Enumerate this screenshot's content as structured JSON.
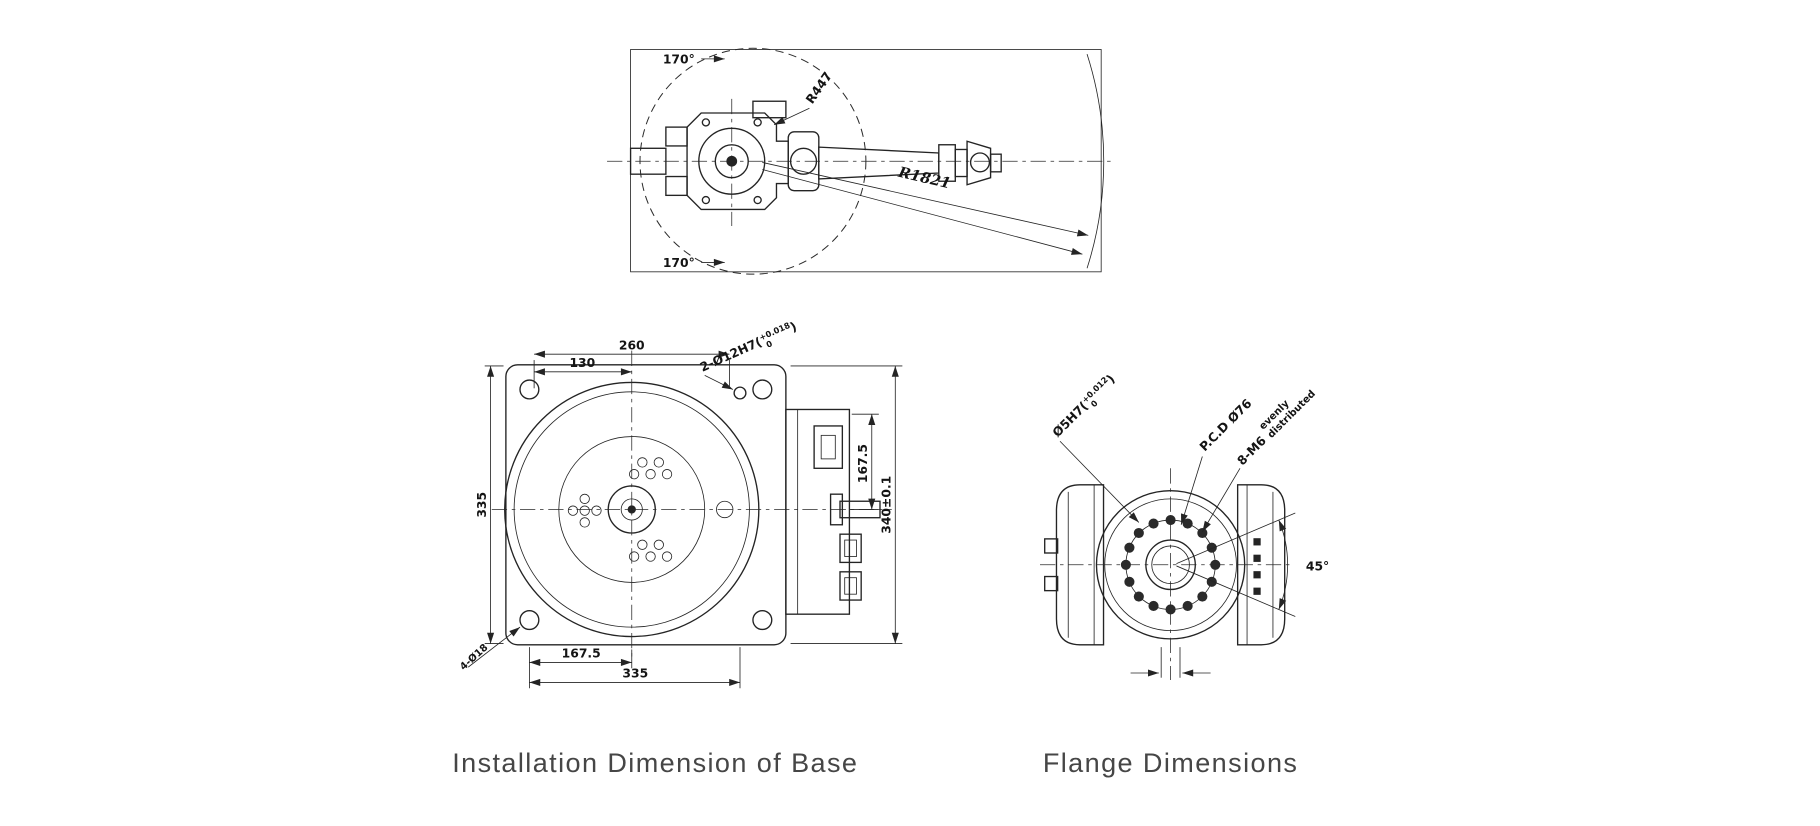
{
  "page": {
    "background": "#ffffff",
    "line_color": "#242424",
    "text_color": "#141414",
    "caption_color": "#464646"
  },
  "top_view": {
    "rotation_limit_top": "170°",
    "rotation_limit_bottom": "170°",
    "arm_radius_label": "R447",
    "reach_radius_label": "R1821"
  },
  "base_view": {
    "caption": "Installation Dimension of Base",
    "dim_width_outer": "260",
    "dim_width_inner": "130",
    "dim_height_left": "335",
    "dim_right_upper": "167.5",
    "dim_right_overall": "340±0.1",
    "dim_bottom_inner": "167.5",
    "dim_bottom_outer": "335",
    "corner_hole_note": "4-Ø18",
    "pin_hole_note": {
      "prefix": "2-Ø12H7(",
      "sup": "+0.018",
      "sub": "0",
      "suffix": ")"
    }
  },
  "flange_view": {
    "caption": "Flange Dimensions",
    "center_hole_note": {
      "prefix": "Ø5H7(",
      "sup": "+0.012",
      "sub": "0",
      "suffix": ")"
    },
    "pcd_note": "P.C.D Ø76",
    "bolt_note": {
      "qty": "8-M6",
      "word1": "evenly",
      "word2": "distributed"
    },
    "angle_note": "45°"
  }
}
